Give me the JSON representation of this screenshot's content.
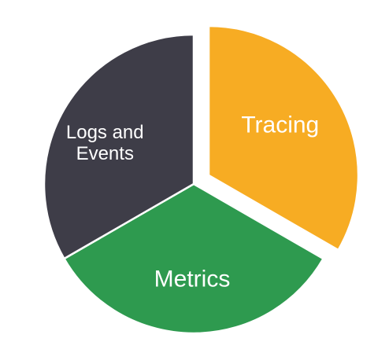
{
  "chart_data": {
    "type": "pie",
    "title": "",
    "slices": [
      {
        "label": "Tracing",
        "label_lines": [
          "Tracing"
        ],
        "value": 1,
        "color": "#F7AC23",
        "exploded": true
      },
      {
        "label": "Metrics",
        "label_lines": [
          "Metrics"
        ],
        "value": 1,
        "color": "#2E9A4F",
        "exploded": false
      },
      {
        "label": "Logs and Events",
        "label_lines": [
          "Logs and",
          "Events"
        ],
        "value": 1,
        "color": "#3E3D48",
        "exploded": false
      }
    ],
    "legend": "none",
    "grid": false
  }
}
